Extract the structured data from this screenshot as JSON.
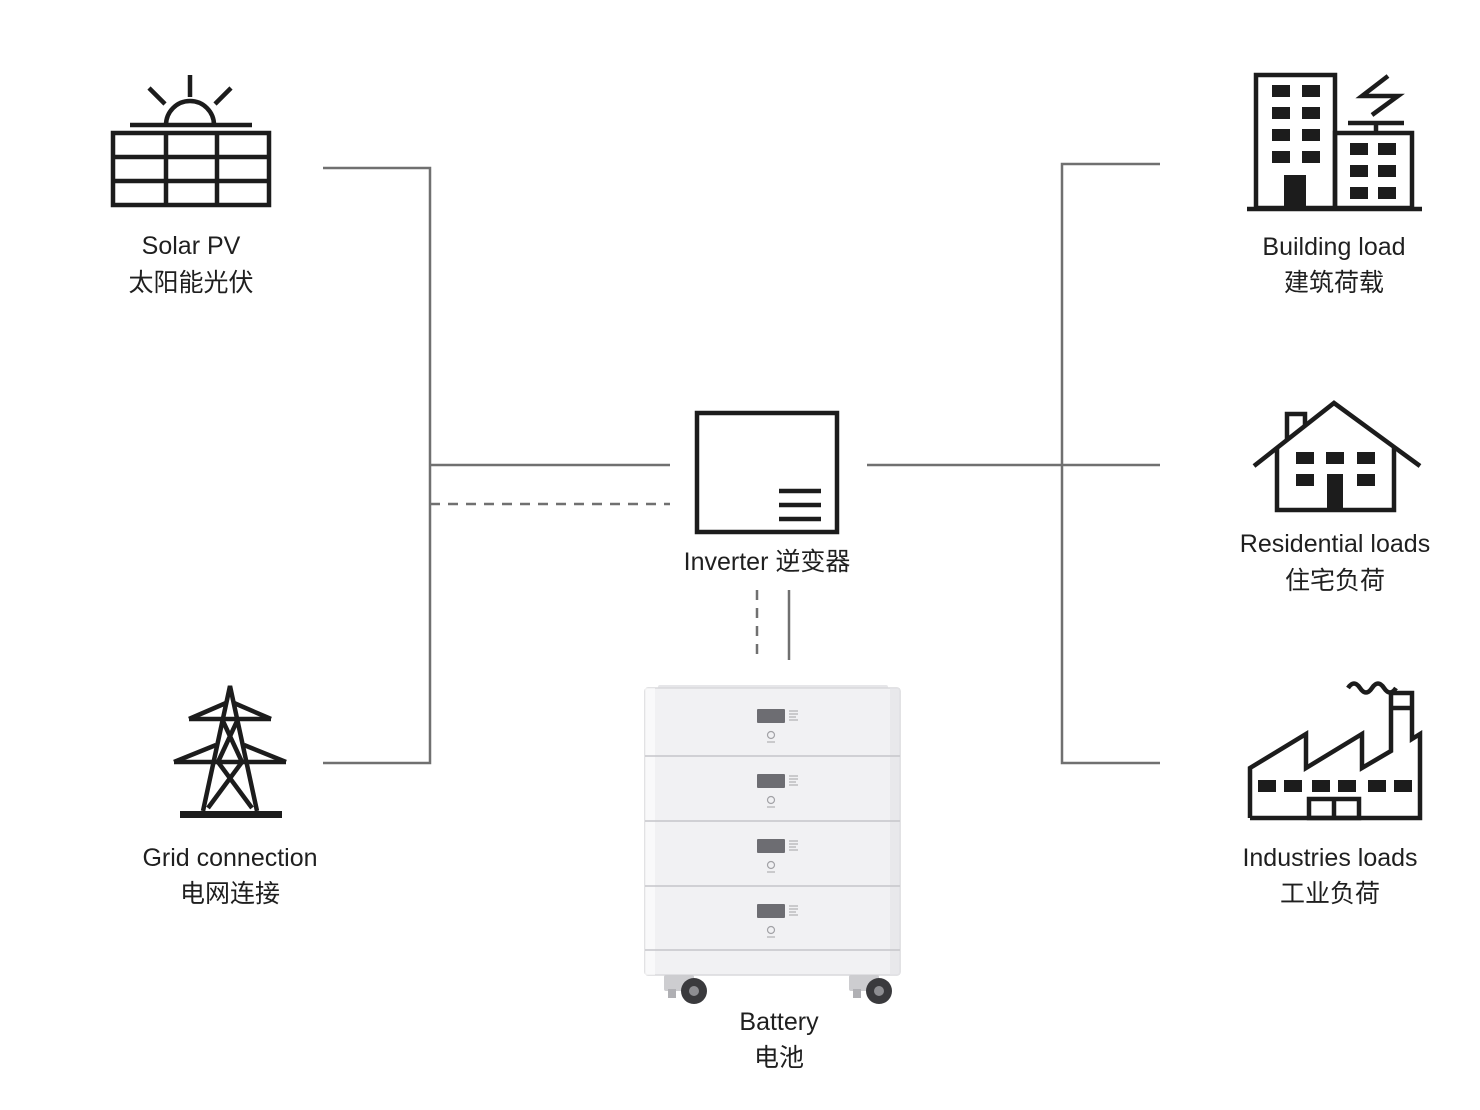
{
  "colors": {
    "background": "#ffffff",
    "connector": "#707070",
    "icon": "#1c1c1c",
    "text": "#1f1f1f",
    "battery_body": "#f1f1f3",
    "battery_display": "#6d6d72"
  },
  "solar_pv": {
    "icon": "solar-panel-icon",
    "label_en": "Solar PV",
    "label_zh": "太阳能光伏"
  },
  "grid": {
    "icon": "transmission-tower-icon",
    "label_en": "Grid connection",
    "label_zh": "电网连接"
  },
  "inverter": {
    "icon": "inverter-icon",
    "label": "Inverter 逆变器"
  },
  "battery": {
    "icon": "battery-stack-icon",
    "label_en": "Battery",
    "label_zh": "电池"
  },
  "building_load": {
    "icon": "building-icon",
    "label_en": "Building load",
    "label_zh": "建筑荷载"
  },
  "residential_loads": {
    "icon": "house-icon",
    "label_en": "Residential loads",
    "label_zh": "住宅负荷"
  },
  "industries_loads": {
    "icon": "factory-icon",
    "label_en": "Industries loads",
    "label_zh": "工业负荷"
  }
}
